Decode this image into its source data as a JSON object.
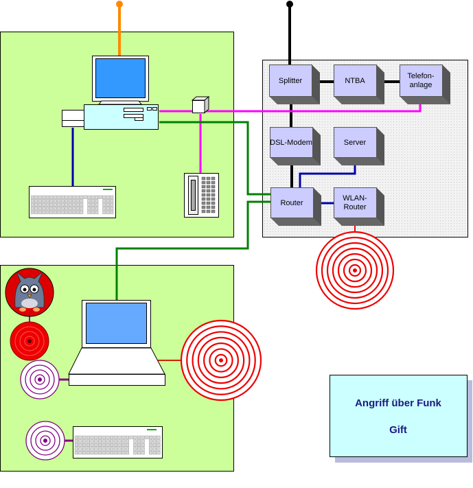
{
  "devices": {
    "splitter": "Splitter",
    "ntba": "NTBA",
    "telefonanlage_line1": "Telefon-",
    "telefonanlage_line2": "anlage",
    "dsl_modem": "DSL-Modem",
    "server": "Server",
    "router": "Router",
    "wlan_router_line1": "WLAN-",
    "wlan_router_line2": "Router"
  },
  "info_box": {
    "title": "Angriff über Funk",
    "subtitle": "Gift"
  },
  "colors": {
    "zone_green": "#ccff99",
    "zone_grey": "#eeeeee",
    "device_box": "#ccccff",
    "info_box": "#ccffff",
    "info_text": "#1a1a80",
    "line_orange": "#ff8800",
    "line_black": "#000000",
    "line_magenta": "#ff00ff",
    "line_green": "#008000",
    "line_blue": "#0000aa",
    "line_purple": "#800080",
    "radio_red": "#ee0000"
  },
  "icons": [
    "desktop-computer-icon",
    "keyboard-icon",
    "telephone-icon",
    "laptop-icon",
    "furby-toy-icon",
    "radio-wave-icon"
  ]
}
